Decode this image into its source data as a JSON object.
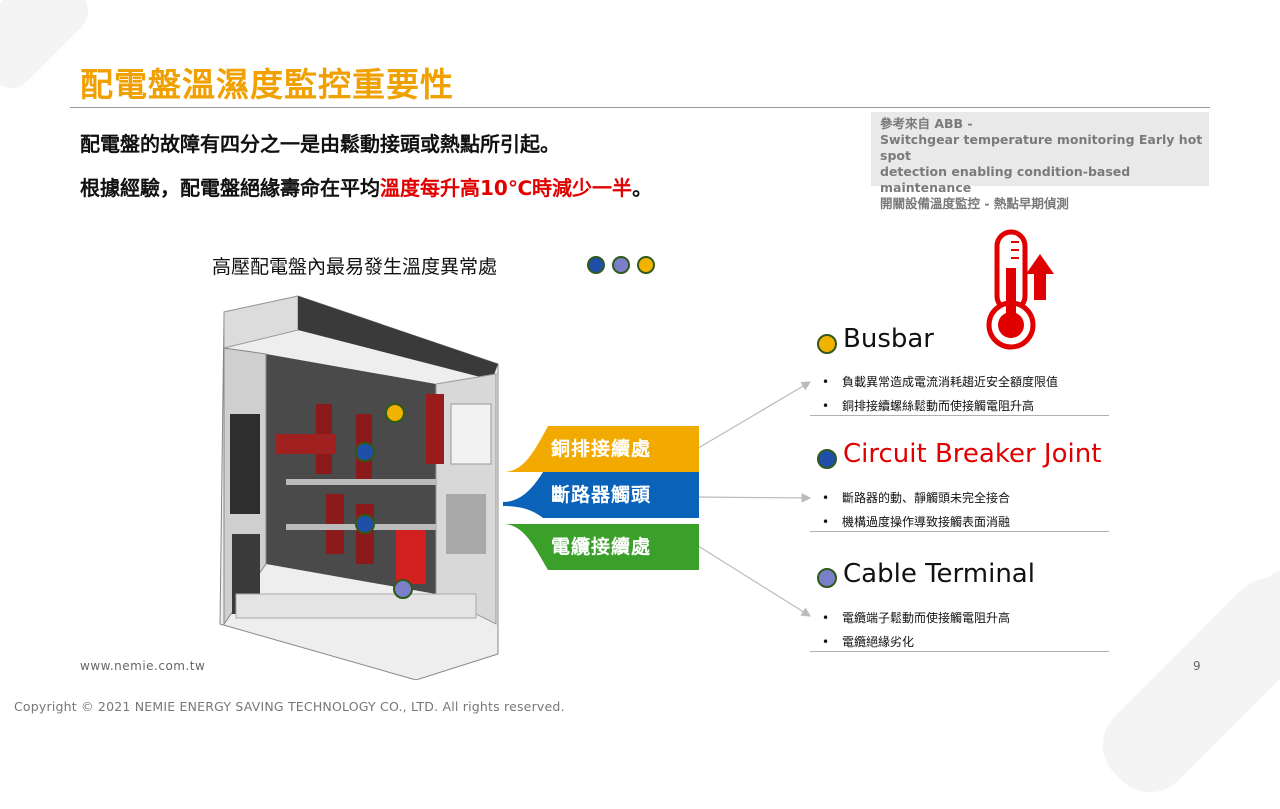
{
  "slide": {
    "title": "配電盤溫濕度監控重要性",
    "intro_line1": "配電盤的故障有四分之一是由鬆動接頭或熱點所引起。",
    "intro_line2_prefix": "根據經驗，配電盤絕緣壽命在平均",
    "intro_line2_highlight": "溫度每升高10℃時減少一半",
    "intro_line2_suffix": "。",
    "reference": {
      "line1": "參考來自 ABB -",
      "line2": "Switchgear temperature monitoring Early hot spot",
      "line3": "detection enabling condition-based maintenance",
      "line4": "開關設備溫度監控 - 熱點早期偵測"
    },
    "subheading": "高壓配電盤內最易發生溫度異常處",
    "legend_dots": [
      {
        "icon": "blue-dot-icon",
        "color": "#1f4fa8"
      },
      {
        "icon": "purple-dot-icon",
        "color": "#7b7fc8"
      },
      {
        "icon": "orange-dot-icon",
        "color": "#f2b200"
      }
    ],
    "tags": [
      {
        "label": "銅排接續處",
        "color": "#f2a900"
      },
      {
        "label": "斷路器觸頭",
        "color": "#0a63b8"
      },
      {
        "label": "電纜接續處",
        "color": "#3aa02a"
      }
    ],
    "sections": [
      {
        "title": "Busbar",
        "color": "#f2b200",
        "title_red": false,
        "bullets": [
          "負載異常造成電流消耗趨近安全額度限值",
          "銅排接續螺絲鬆動而使接觸電阻升高"
        ]
      },
      {
        "title": "Circuit Breaker Joint",
        "color": "#1f4fa8",
        "title_red": true,
        "bullets": [
          "斷路器的動、靜觸頭未完全接合",
          "機構過度操作導致接觸表面消融"
        ]
      },
      {
        "title": "Cable Terminal",
        "color": "#7b7fc8",
        "title_red": false,
        "bullets": [
          "電纜端子鬆動而使接觸電阻升高",
          "電纜絕緣劣化"
        ]
      }
    ],
    "bullet_char": "•",
    "thermometer_icon": "thermometer-rising-icon",
    "footer_url": "www.nemie.com.tw",
    "page_number": "9",
    "copyright": "Copyright ©  2021  NEMIE ENERGY SAVING TECHNOLOGY CO., LTD. All rights reserved."
  }
}
